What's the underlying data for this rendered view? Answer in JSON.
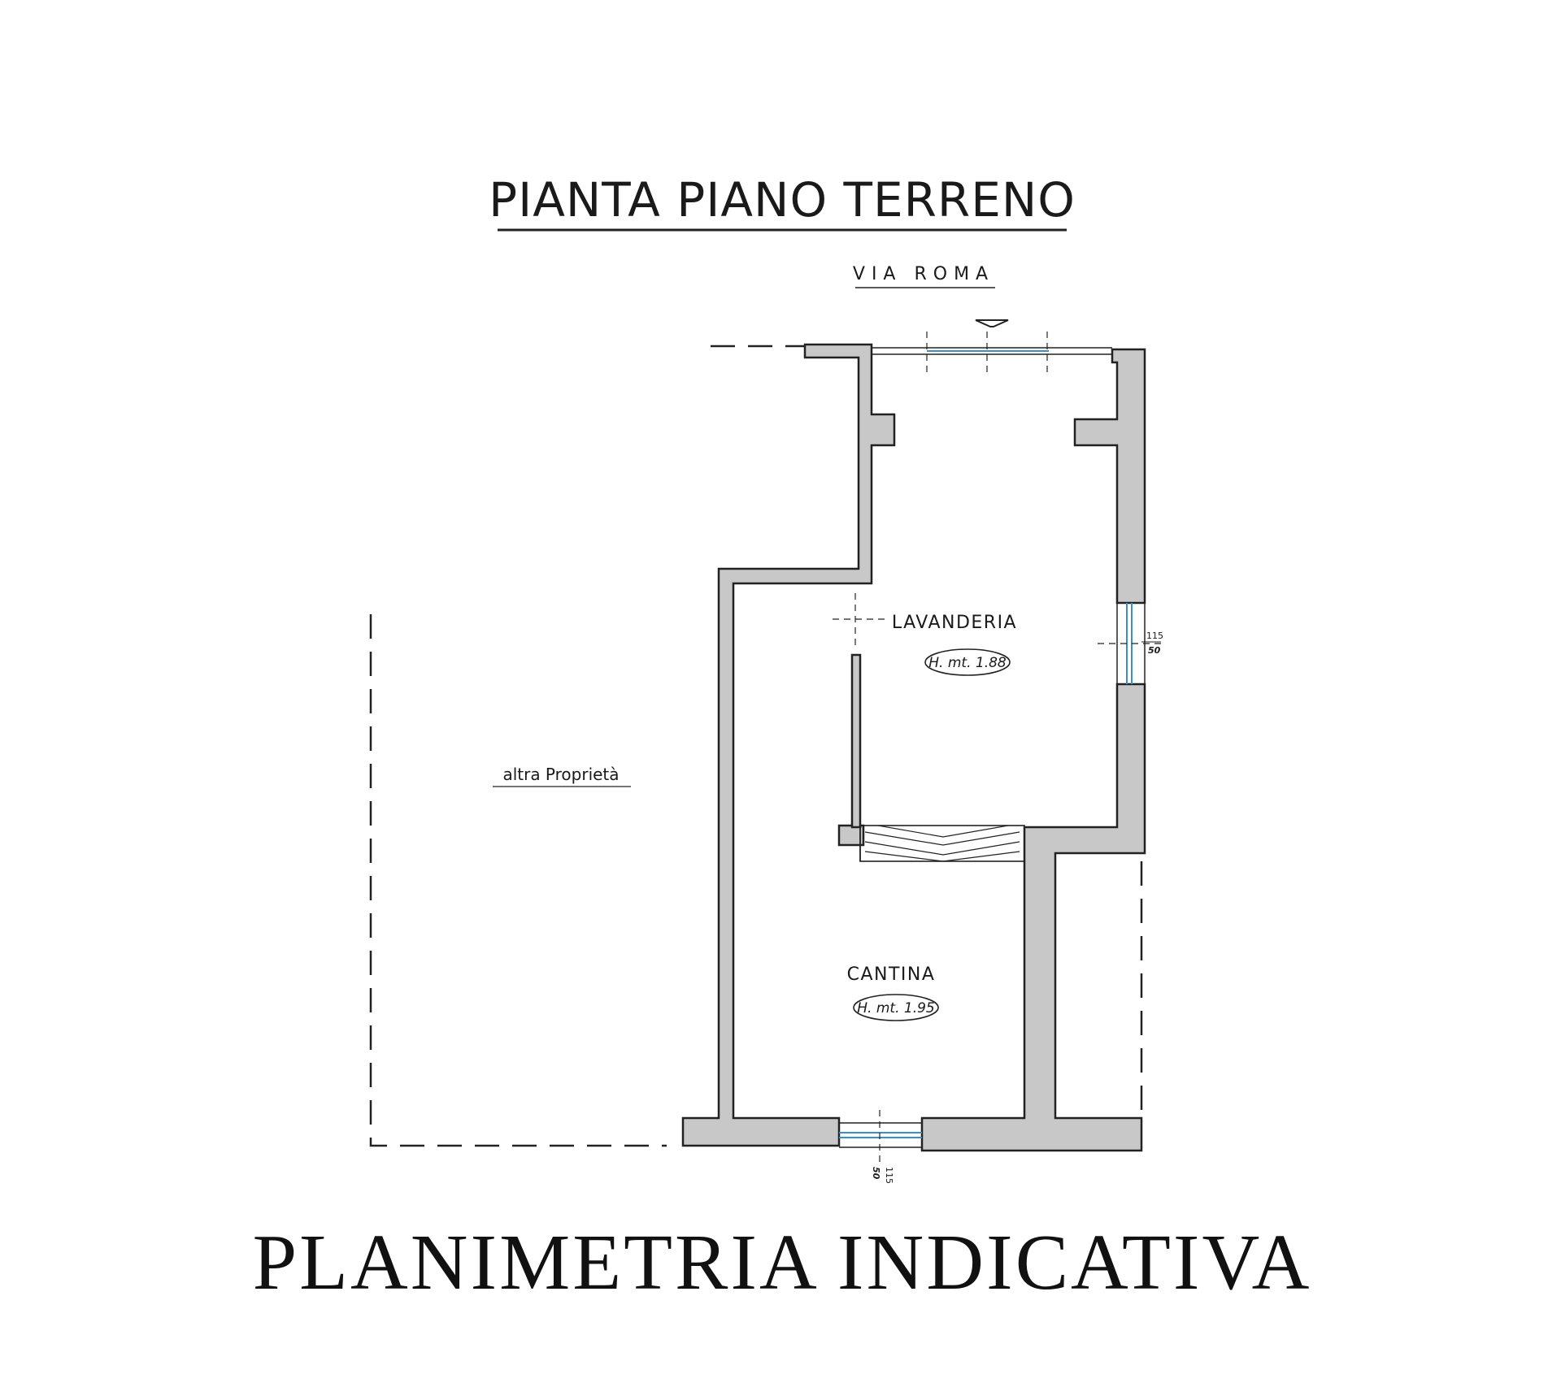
{
  "title": "PIANTA PIANO TERRENO",
  "street": "VIA ROMA",
  "rooms": [
    {
      "name": "LAVANDERIA",
      "height": "H. mt. 1.88"
    },
    {
      "name": "CANTINA",
      "height": "H. mt. 1.95"
    }
  ],
  "neighbor": "altra Proprietà",
  "windows": [
    {
      "width": "115",
      "height": "50"
    },
    {
      "width": "115",
      "height": "50"
    }
  ],
  "caption": "PLANIMETRIA INDICATIVA",
  "colors": {
    "wall_fill": "#c8c8c8",
    "line": "#222222",
    "glass": "#3a8fc7"
  }
}
